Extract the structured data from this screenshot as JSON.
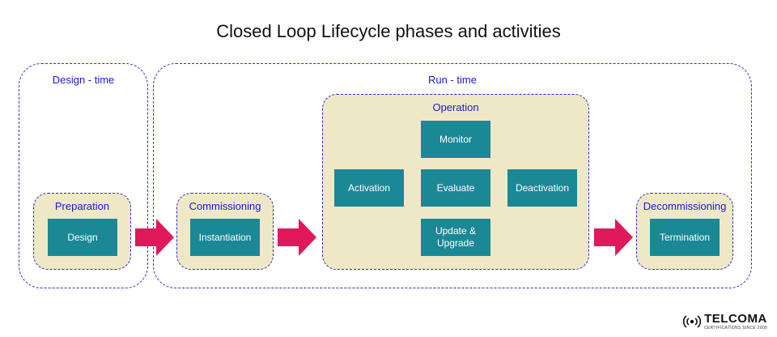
{
  "title": "Closed Loop Lifecycle phases and activities",
  "regions": {
    "design_time": "Design - time",
    "run_time": "Run - time"
  },
  "phases": {
    "preparation": {
      "label": "Preparation",
      "activities": [
        "Design"
      ]
    },
    "commissioning": {
      "label": "Commissioning",
      "activities": [
        "Instantiation"
      ]
    },
    "operation": {
      "label": "Operation",
      "activities": {
        "monitor": "Monitor",
        "activation": "Activation",
        "evaluate": "Evaluate",
        "deactivation": "Deactivation",
        "update_upgrade": "Update &\nUpgrade"
      }
    },
    "decommissioning": {
      "label": "Decommissioning",
      "activities": [
        "Termination"
      ]
    }
  },
  "logo": {
    "name": "TELCOMA",
    "tagline": "CERTIFICATIONS SINCE 2009",
    "icon": "signal-waves-icon"
  },
  "colors": {
    "activity_box": "#1b8896",
    "phase_fill": "#efe8c6",
    "dashed_border": "#2b2bd6",
    "label_text": "#1a1ad0",
    "arrow": "#e0195a"
  }
}
